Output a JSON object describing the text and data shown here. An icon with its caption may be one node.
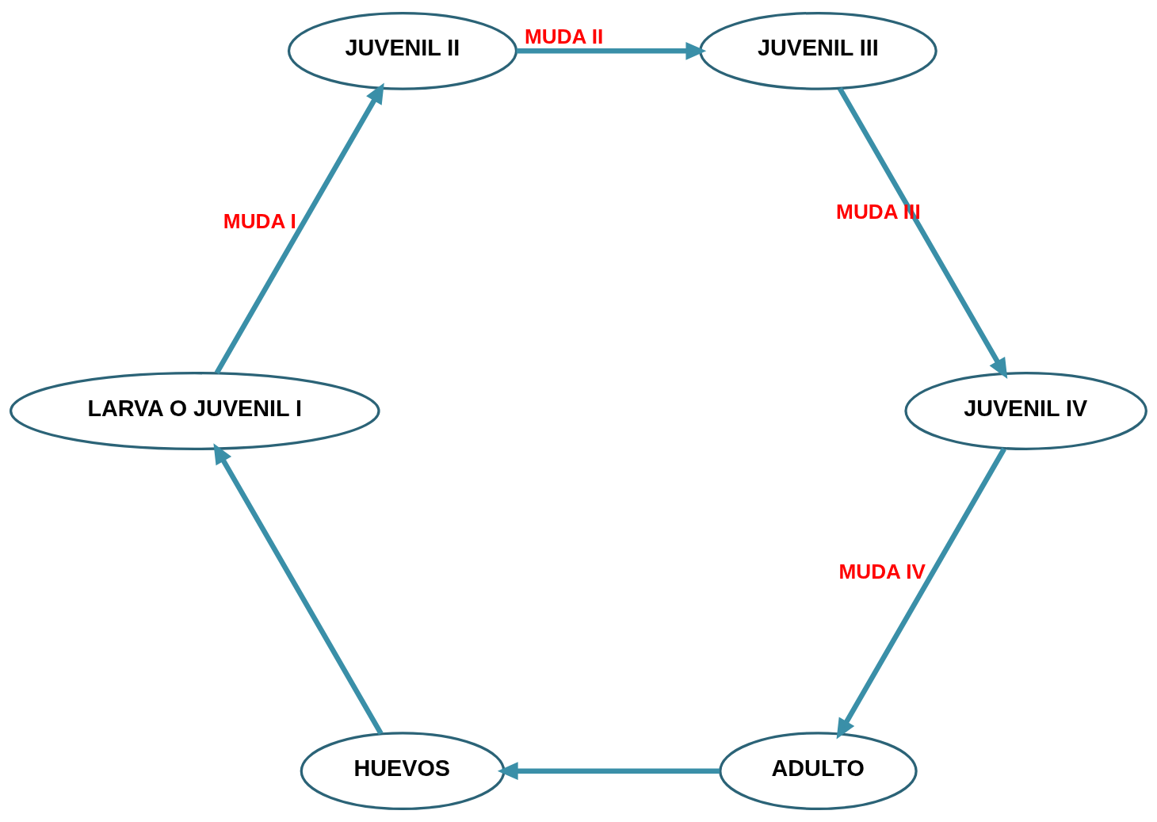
{
  "diagram": {
    "nodes": [
      {
        "text": [
          "ADULTO"
        ]
      },
      {
        "text": [
          "HUEVOS"
        ]
      },
      {
        "text": [
          "LARVA O JUVENIL I"
        ]
      },
      {
        "text": [
          "JUVENIL II"
        ]
      },
      {
        "text": [
          "JUVENIL III"
        ]
      },
      {
        "text": [
          "JUVENIL IV"
        ]
      }
    ],
    "edges": [
      {
        "from": 0,
        "to": 1,
        "arrow": "to"
      },
      {
        "from": 1,
        "to": 2,
        "arrow": "to"
      },
      {
        "from": 2,
        "to": 3,
        "arrow": "to",
        "label": "MUDA I"
      },
      {
        "from": 3,
        "to": 4,
        "arrow": "to",
        "label": "MUDA II"
      },
      {
        "from": 4,
        "to": 5,
        "arrow": "to",
        "label": "MUDA III"
      },
      {
        "from": 5,
        "to": 0,
        "arrow": "to",
        "label": "MUDA IV"
      }
    ]
  }
}
